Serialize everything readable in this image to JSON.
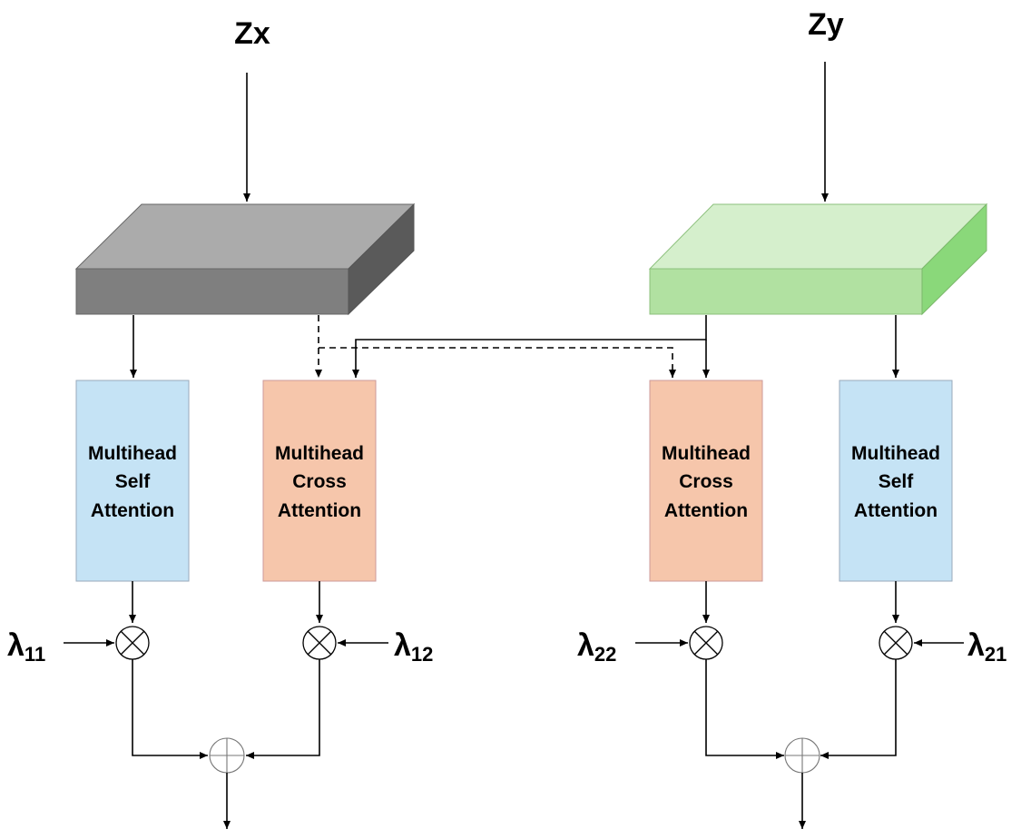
{
  "inputs": {
    "left": "Zx",
    "right": "Zy"
  },
  "blocks": {
    "left_self": [
      "Multihead",
      "Self",
      "Attention"
    ],
    "left_cross": [
      "Multihead",
      "Cross",
      "Attention"
    ],
    "right_cross": [
      "Multihead",
      "Cross",
      "Attention"
    ],
    "right_self": [
      "Multihead",
      "Self",
      "Attention"
    ]
  },
  "weights": {
    "l11": {
      "symbol": "λ",
      "sub": "11"
    },
    "l12": {
      "symbol": "λ",
      "sub": "12"
    },
    "l22": {
      "symbol": "λ",
      "sub": "22"
    },
    "l21": {
      "symbol": "λ",
      "sub": "21"
    }
  },
  "operators": {
    "multiply": "⊗",
    "add": "⊕"
  },
  "colors": {
    "left_prism": "#8a8a8a",
    "right_prism": "#b3e3a3",
    "self_attention": "#c5e3f5",
    "cross_attention": "#f6c6ab"
  }
}
